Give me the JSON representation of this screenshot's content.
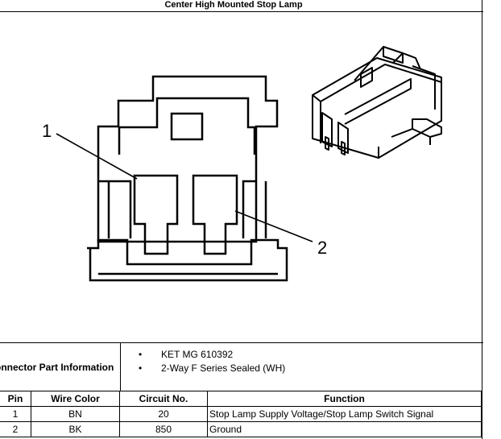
{
  "title": "Center High Mounted Stop Lamp",
  "callouts": {
    "pin1": "1",
    "pin2": "2"
  },
  "connector_info": {
    "label": "onnector Part Information",
    "items": [
      "KET MG 610392",
      "2-Way F Series Sealed (WH)"
    ]
  },
  "table": {
    "headers": {
      "pin": "Pin",
      "wire_color": "Wire Color",
      "circuit": "Circuit No.",
      "function": "Function"
    },
    "rows": [
      {
        "pin": "1",
        "wire_color": "BN",
        "circuit": "20",
        "function": "Stop Lamp Supply Voltage/Stop Lamp Switch Signal"
      },
      {
        "pin": "2",
        "wire_color": "BK",
        "circuit": "850",
        "function": "Ground"
      }
    ]
  }
}
